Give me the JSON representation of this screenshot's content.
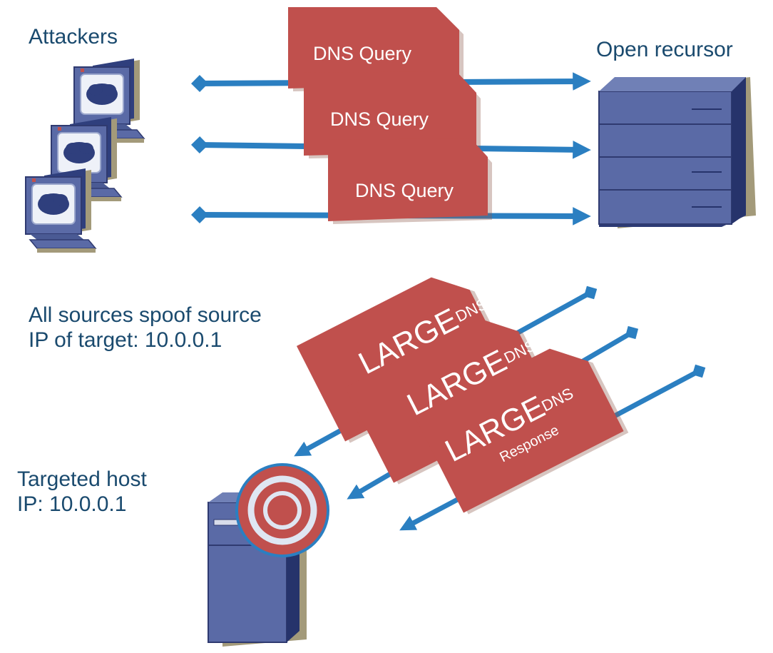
{
  "labels": {
    "attackers": "Attackers",
    "open_recursor": "Open recursor",
    "spoof_line1": "All sources spoof source",
    "spoof_line2": "IP of target: 10.0.0.1",
    "target_line1": "Targeted host",
    "target_line2": "IP: 10.0.0.1"
  },
  "queries": [
    {
      "label": "DNS Query"
    },
    {
      "label": "DNS Query"
    },
    {
      "label": "DNS Query"
    }
  ],
  "responses": [
    {
      "large": "LARGE",
      "dns": "DNS",
      "sub": ""
    },
    {
      "large": "LARGE",
      "dns": "DNS",
      "sub": ""
    },
    {
      "large": "LARGE",
      "dns": "DNS",
      "sub": "Response"
    }
  ],
  "icons": {
    "attacker_computers": "desktop-computer-icon",
    "recursor": "server-icon",
    "target": "tower-server-icon",
    "target_marker": "bullseye-target-icon"
  },
  "colors": {
    "packet_red": "#c0504d",
    "arrow_blue": "#2b7fc1",
    "device_blue": "#5a6aa6",
    "label_text": "#1a4a6e"
  }
}
